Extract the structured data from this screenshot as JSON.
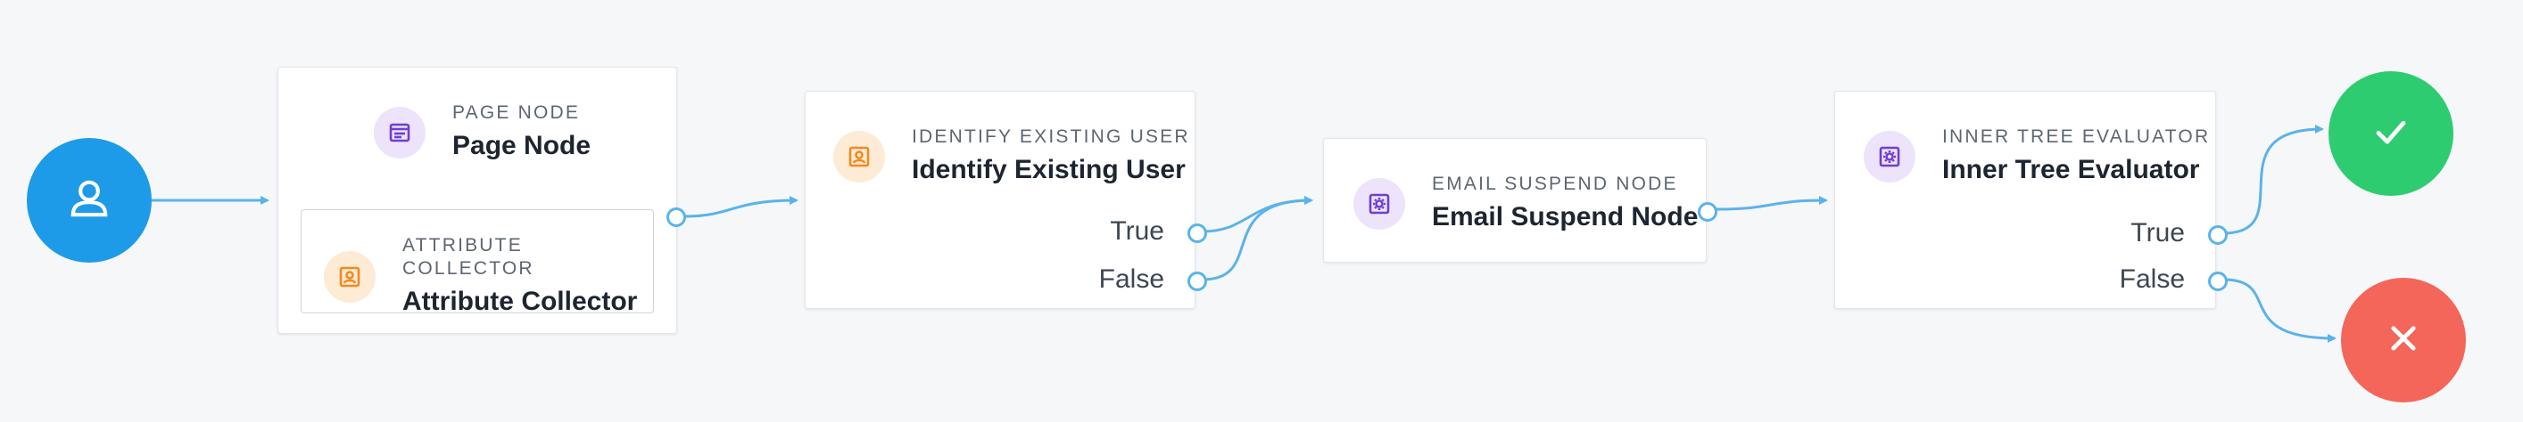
{
  "start": {
    "icon": "person-icon",
    "color": "#1e9be8"
  },
  "nodes": {
    "page_node": {
      "subtitle": "PAGE NODE",
      "title": "Page Node",
      "icon": "page-icon",
      "inner": {
        "subtitle": "ATTRIBUTE COLLECTOR",
        "title": "Attribute Collector",
        "icon": "id-card-icon"
      }
    },
    "identify_user": {
      "subtitle": "IDENTIFY EXISTING USER",
      "title": "Identify Existing User",
      "icon": "id-card-icon",
      "outcomes": [
        "True",
        "False"
      ]
    },
    "email_suspend": {
      "subtitle": "EMAIL SUSPEND NODE",
      "title": "Email Suspend Node",
      "icon": "gear-icon"
    },
    "inner_tree": {
      "subtitle": "INNER TREE EVALUATOR",
      "title": "Inner Tree Evaluator",
      "icon": "gear-icon",
      "outcomes": [
        "True",
        "False"
      ]
    }
  },
  "terminals": {
    "success": {
      "icon": "check-icon",
      "color": "#2ecc71"
    },
    "failure": {
      "icon": "close-icon",
      "color": "#f4665a"
    }
  },
  "colors": {
    "wire": "#5ab3ea",
    "background": "#f6f7f9",
    "icon_purple": "#6f3fd0",
    "icon_orange": "#f28a1e"
  }
}
